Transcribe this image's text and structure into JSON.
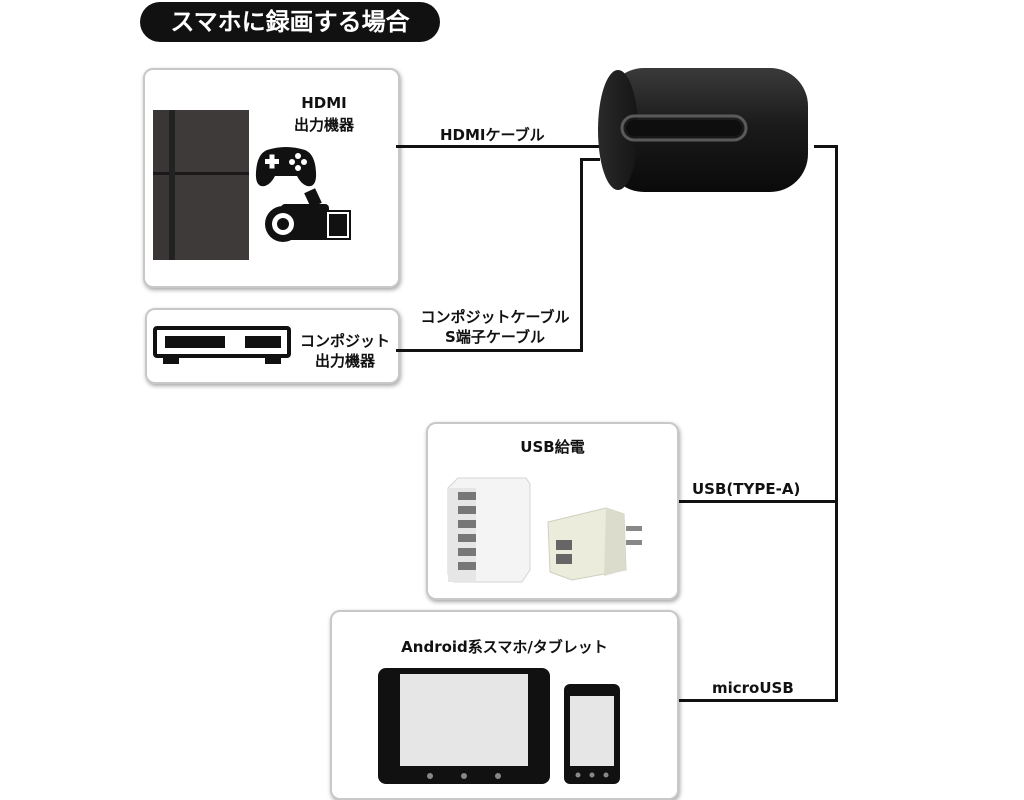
{
  "title": "スマホに録画する場合",
  "boxes": {
    "hdmi_device": {
      "line1": "HDMI",
      "line2": "出力機器"
    },
    "composite_device": {
      "line1": "コンポジット",
      "line2": "出力機器"
    },
    "usb_power": {
      "label": "USB給電"
    },
    "android_device": {
      "label": "Android系スマホ/タブレット"
    }
  },
  "cables": {
    "hdmi": "HDMIケーブル",
    "composite_line1": "コンポジットケーブル",
    "composite_line2": "S端子ケーブル",
    "usb_typea": "USB(TYPE-A)",
    "microusb": "microUSB"
  },
  "icons": [
    "console-icon",
    "gamepad-icon",
    "camcorder-icon",
    "video-deck-icon",
    "capture-device-icon",
    "usb-charger-icon",
    "usb-adapter-icon",
    "tablet-icon",
    "smartphone-icon"
  ]
}
